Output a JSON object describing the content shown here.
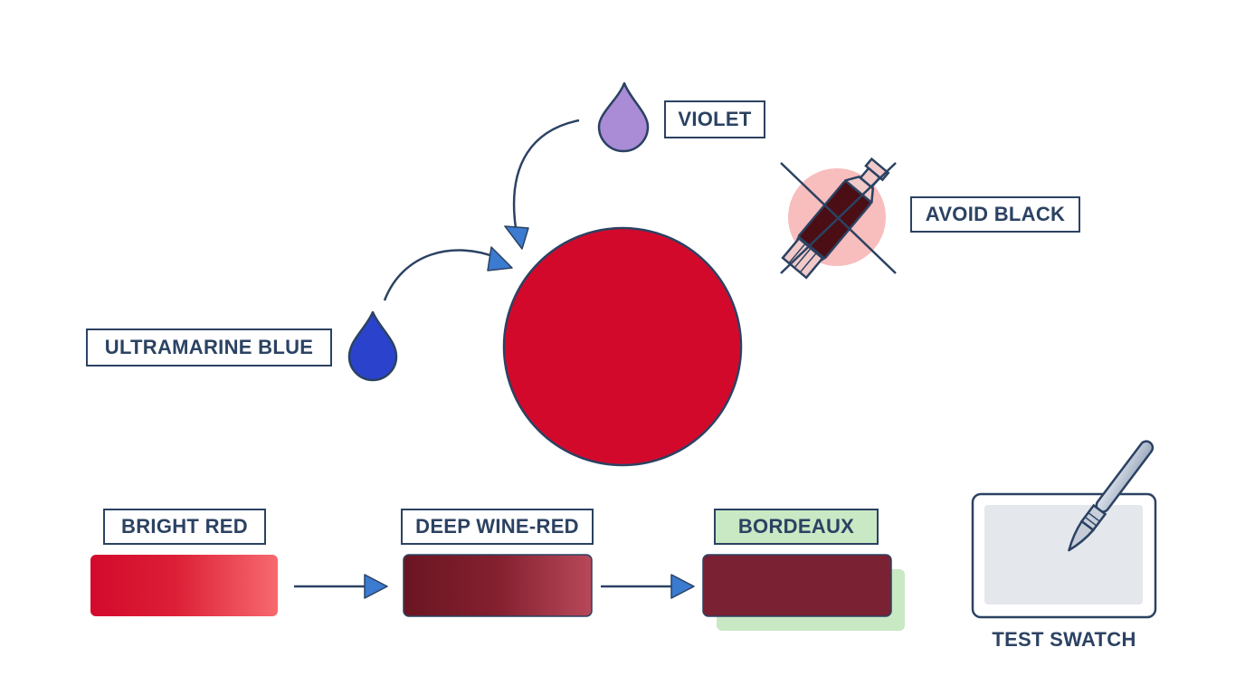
{
  "labels": {
    "violet": "VIOLET",
    "avoid_black": "AVOID BLACK",
    "ultramarine_blue": "ULTRAMARINE BLUE",
    "bright_red": "BRIGHT RED",
    "deep_wine_red": "DEEP WINE-RED",
    "bordeaux": "BORDEAUX",
    "test_swatch": "TEST SWATCH"
  },
  "icons": {
    "violet_drop": "droplet-icon",
    "blue_drop": "droplet-icon",
    "paint_tube": "paint-tube-icon",
    "prohibit": "cross-out-icon",
    "brush": "paintbrush-icon"
  },
  "colors": {
    "outline": "#2b4262",
    "arrow": "#3b7bd0",
    "red_circle": "#d3092c",
    "violet_drop": "#a98bd6",
    "blue_drop": "#2b43cc",
    "bright_red_start": "#d3092c",
    "bright_red_end": "#f76a6e",
    "wine_start": "#6b1522",
    "wine_end": "#b8485a",
    "bordeaux": "#7a2134",
    "bordeaux_shadow": "#c9e8c4",
    "avoid_halo": "#f7b2b2",
    "tube_dark": "#4a0e14"
  }
}
